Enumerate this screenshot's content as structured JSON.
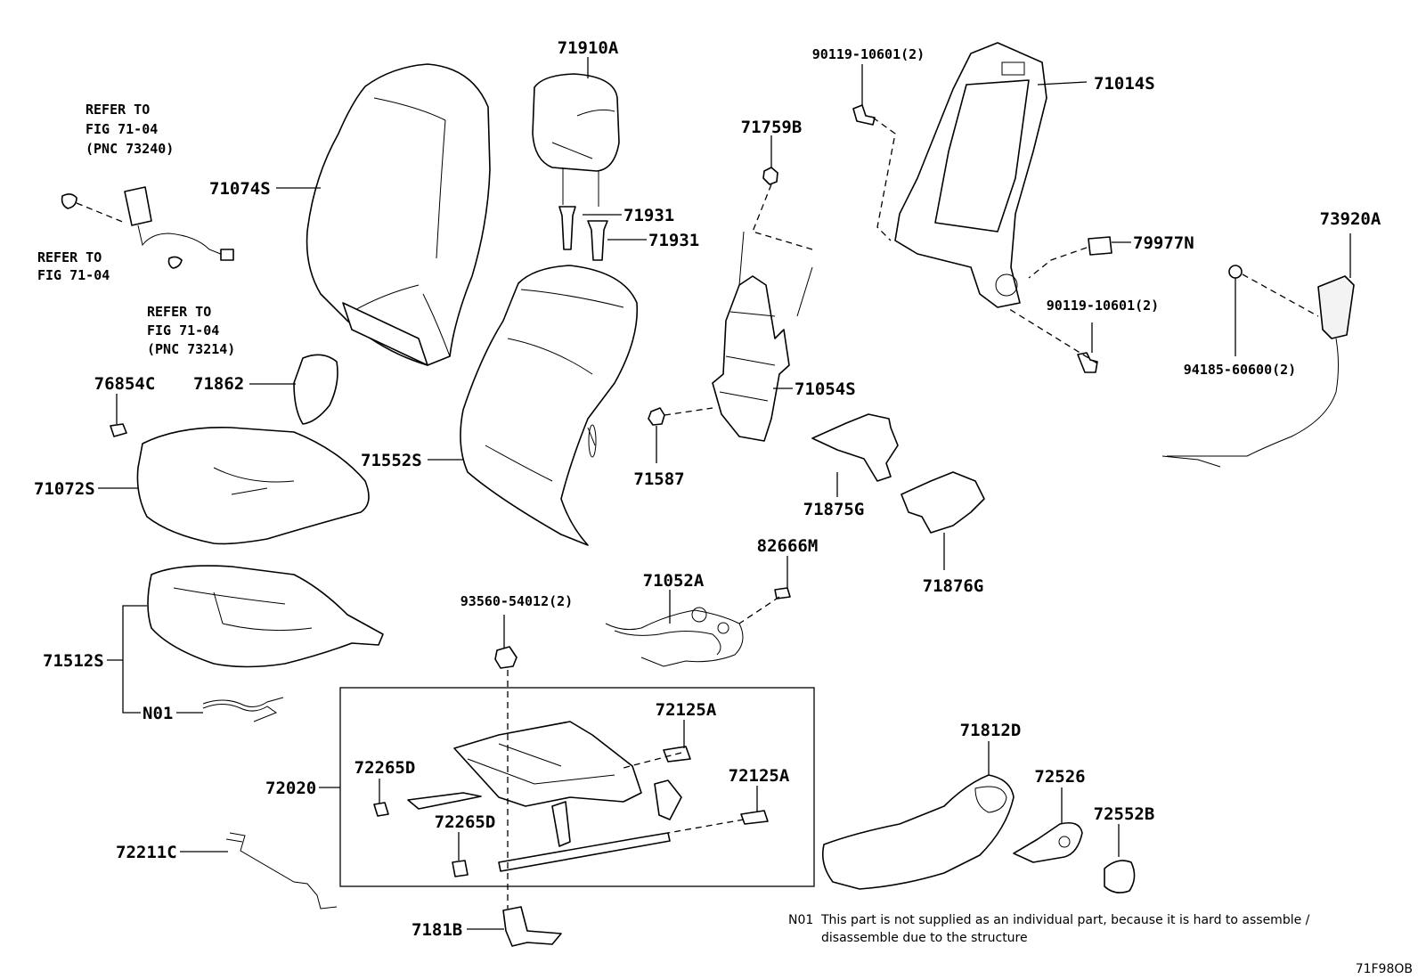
{
  "labels": {
    "p71910A": "71910A",
    "p90119_top": "90119-10601(2)",
    "p71014S": "71014S",
    "p71074S": "71074S",
    "p71759B": "71759B",
    "p71931_a": "71931",
    "p71931_b": "71931",
    "p79977N": "79977N",
    "p90119_mid": "90119-10601(2)",
    "p73920A": "73920A",
    "p94185": "94185-60600(2)",
    "p76854C": "76854C",
    "p71862": "71862",
    "p71054S": "71054S",
    "p71552S": "71552S",
    "p71072S": "71072S",
    "p71587": "71587",
    "p71875G": "71875G",
    "p71876G": "71876G",
    "p82666M": "82666M",
    "p71052A": "71052A",
    "p93560": "93560-54012(2)",
    "p71512S": "71512S",
    "pN01": "N01",
    "p72125A_a": "72125A",
    "p72125A_b": "72125A",
    "p72265D_a": "72265D",
    "p72265D_b": "72265D",
    "p72020": "72020",
    "p72211C": "72211C",
    "p7181B": "7181B",
    "p71812D": "71812D",
    "p72526": "72526",
    "p72552B": "72552B"
  },
  "refs": {
    "top": [
      "REFER TO",
      "FIG 71-04",
      "(PNC 73240)"
    ],
    "left": [
      "REFER TO",
      "FIG 71-04"
    ],
    "bottom": [
      "REFER TO",
      "FIG 71-04",
      "(PNC 73214)"
    ]
  },
  "footnote": {
    "code": "N01",
    "line1": "This part is not supplied as an individual part, because it is hard to assemble /",
    "line2": "disassemble due to the structure"
  },
  "figure_code": "71F98OB"
}
